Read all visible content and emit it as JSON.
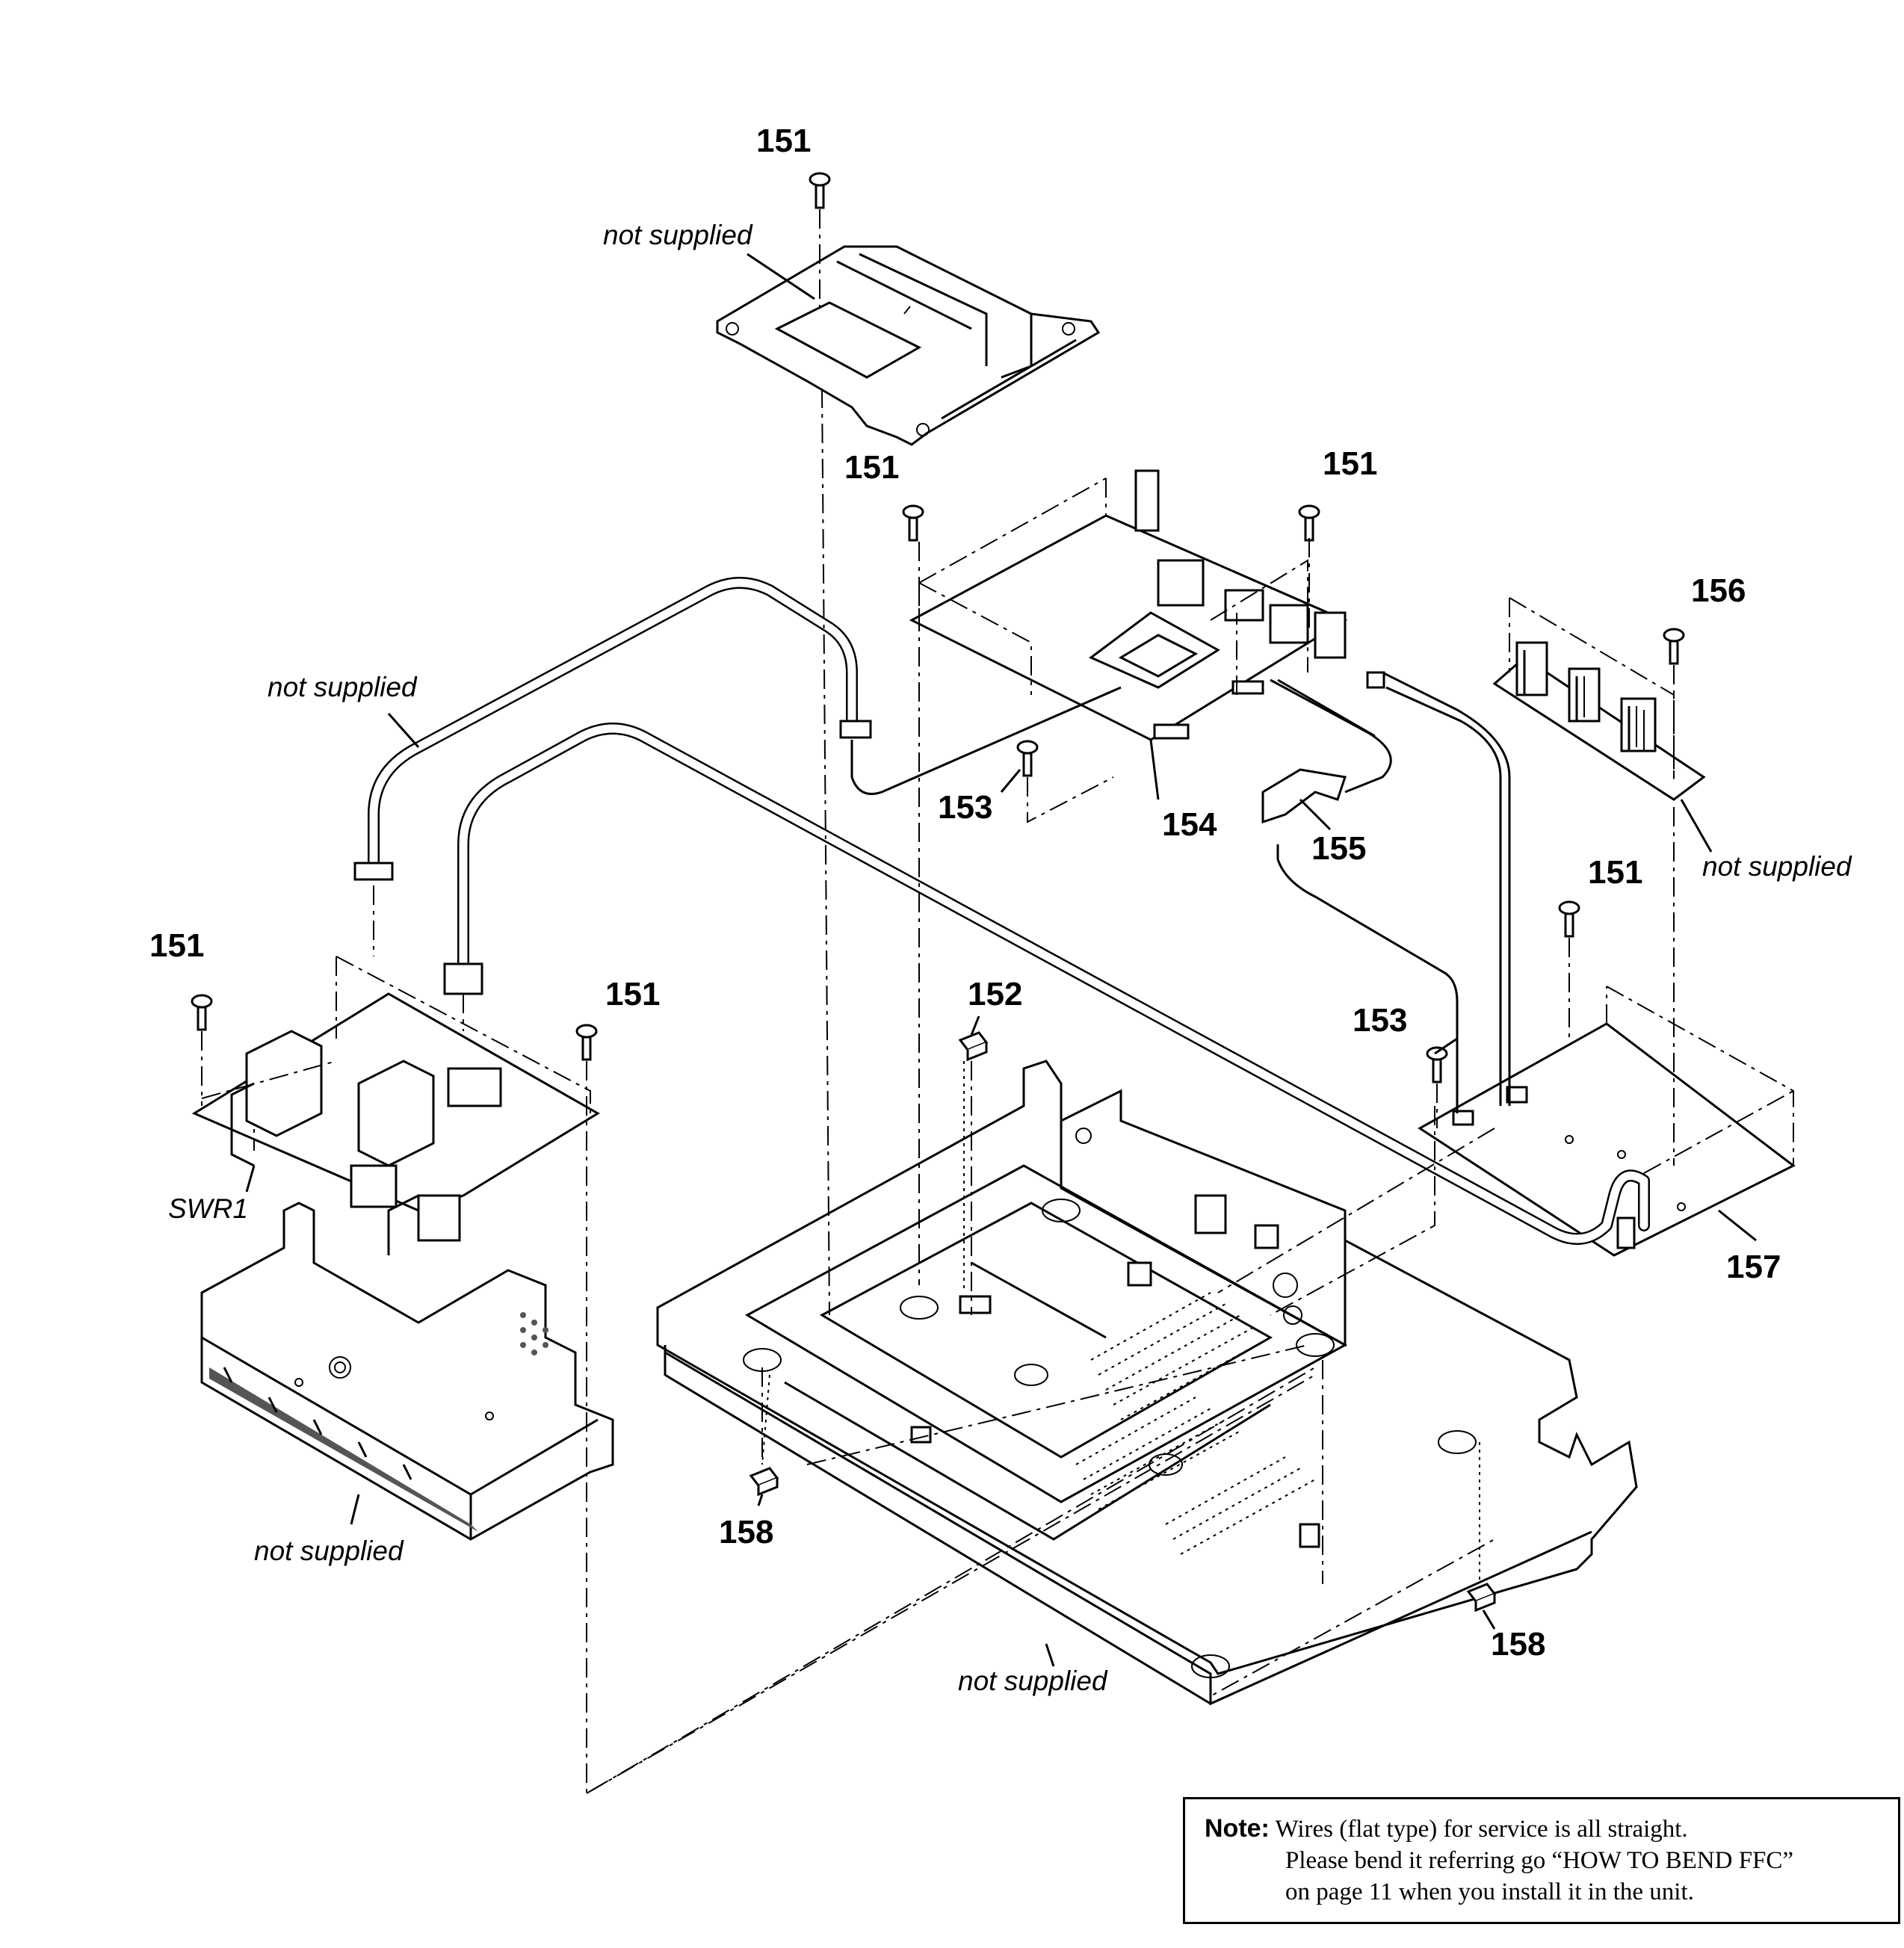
{
  "callouts": {
    "p151_top": "151",
    "p151_mid_left": "151",
    "p151_mid_right": "151",
    "p151_left_a": "151",
    "p151_left_b": "151",
    "p151_right": "151",
    "p152": "152",
    "p153_left": "153",
    "p153_right": "153",
    "p154": "154",
    "p155": "155",
    "p156": "156",
    "p157": "157",
    "p158_left": "158",
    "p158_right": "158"
  },
  "labels": {
    "not_supplied_top": "not supplied",
    "not_supplied_cable": "not supplied",
    "not_supplied_right": "not supplied",
    "not_supplied_shield": "not supplied",
    "not_supplied_chassis": "not supplied",
    "swr1": "SWR1"
  },
  "note": {
    "label": "Note:",
    "line1": "Wires (flat type) for service is all straight.",
    "line2": "Please bend it referring go “HOW TO BEND FFC”",
    "line3": "on page 11 when you install it in the unit."
  }
}
